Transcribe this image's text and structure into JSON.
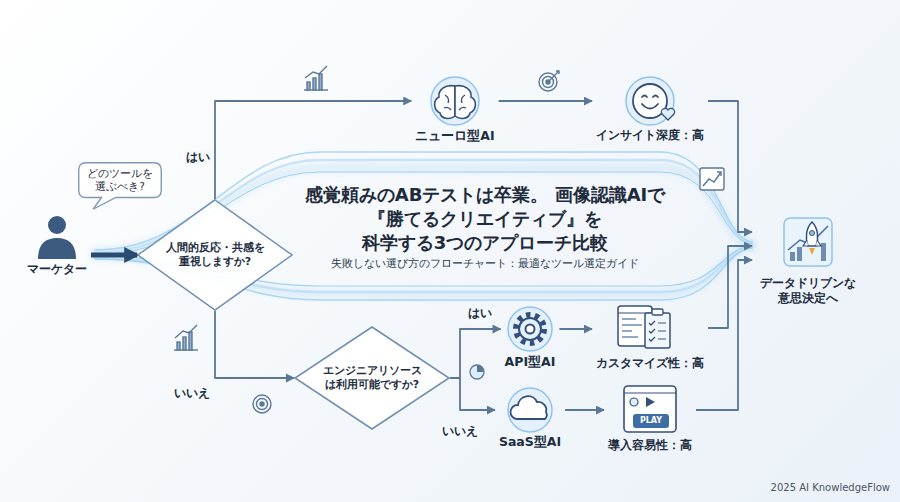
{
  "diagram": {
    "title": "感覚頼みのABテストは卒業。 画像認識AIで『勝てるクリエイティブ』を 科学する3つのアプローチ比較",
    "nodes": [
      {
        "text": [
          "マーケター"
        ]
      },
      {
        "text": [
          "どのツールを選ぶべき?"
        ]
      },
      {
        "text": [
          "人間的反応・共感を重視しますか?"
        ]
      },
      {
        "text": [
          "ニューロ型AI"
        ]
      },
      {
        "text": [
          "インサイト深度：高"
        ]
      },
      {
        "text": [
          "エンジニアリソースは利用可能ですか?"
        ]
      },
      {
        "text": [
          "API型AI"
        ]
      },
      {
        "text": [
          "カスタマイズ性：高"
        ]
      },
      {
        "text": [
          "SaaS型AI"
        ]
      },
      {
        "text": [
          "導入容易性：高"
        ]
      },
      {
        "text": [
          "データドリブンな 意思決定へ"
        ]
      }
    ],
    "edges": [
      {
        "from": 0,
        "to": 2,
        "arrow": "to"
      },
      {
        "from": 2,
        "to": 3,
        "label": "はい",
        "arrow": "to"
      },
      {
        "from": 2,
        "to": 5,
        "label": "いいえ",
        "arrow": "to"
      },
      {
        "from": 3,
        "to": 4,
        "arrow": "to"
      },
      {
        "from": 4,
        "to": 10,
        "arrow": "to"
      },
      {
        "from": 5,
        "to": 6,
        "label": "はい",
        "arrow": "to"
      },
      {
        "from": 5,
        "to": 8,
        "label": "いいえ",
        "arrow": "to"
      },
      {
        "from": 6,
        "to": 7,
        "arrow": "to"
      },
      {
        "from": 7,
        "to": 10,
        "arrow": "to"
      },
      {
        "from": 8,
        "to": 9,
        "arrow": "to"
      },
      {
        "from": 9,
        "to": 10,
        "arrow": "to"
      }
    ],
    "labels": [
      "失敗しない選び方のフローチャート：最適なツール選定ガイド",
      "PLAY",
      "2025 AI KnowledgeFlow"
    ]
  }
}
